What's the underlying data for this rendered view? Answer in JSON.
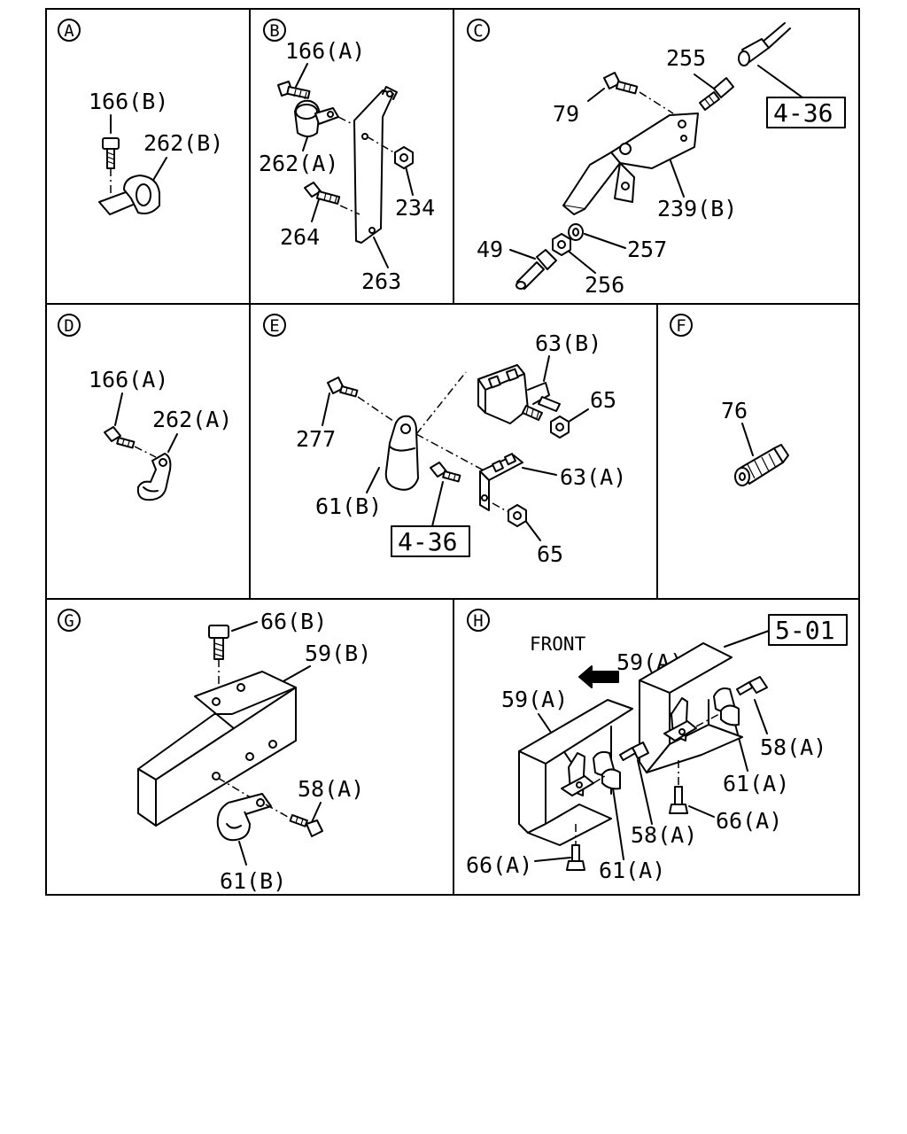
{
  "panels": {
    "A": {
      "id": "A",
      "labels": [
        "166(B)",
        "262(B)"
      ]
    },
    "B": {
      "id": "B",
      "labels": [
        "166(A)",
        "262(A)",
        "234",
        "264",
        "263"
      ]
    },
    "C": {
      "id": "C",
      "labels": [
        "255",
        "79",
        "239(B)",
        "49",
        "257",
        "256"
      ],
      "ref": "4-36"
    },
    "D": {
      "id": "D",
      "labels": [
        "166(A)",
        "262(A)"
      ]
    },
    "E": {
      "id": "E",
      "labels": [
        "63(B)",
        "65",
        "277",
        "63(A)",
        "61(B)",
        "65"
      ],
      "ref": "4-36"
    },
    "F": {
      "id": "F",
      "labels": [
        "76"
      ]
    },
    "G": {
      "id": "G",
      "labels": [
        "66(B)",
        "59(B)",
        "58(A)",
        "61(B)"
      ]
    },
    "H": {
      "id": "H",
      "front": "FRONT",
      "labels": [
        "59(A)",
        "59(A)",
        "58(A)",
        "61(A)",
        "66(A)",
        "58(A)",
        "66(A)",
        "61(A)"
      ],
      "ref": "5-01"
    }
  }
}
